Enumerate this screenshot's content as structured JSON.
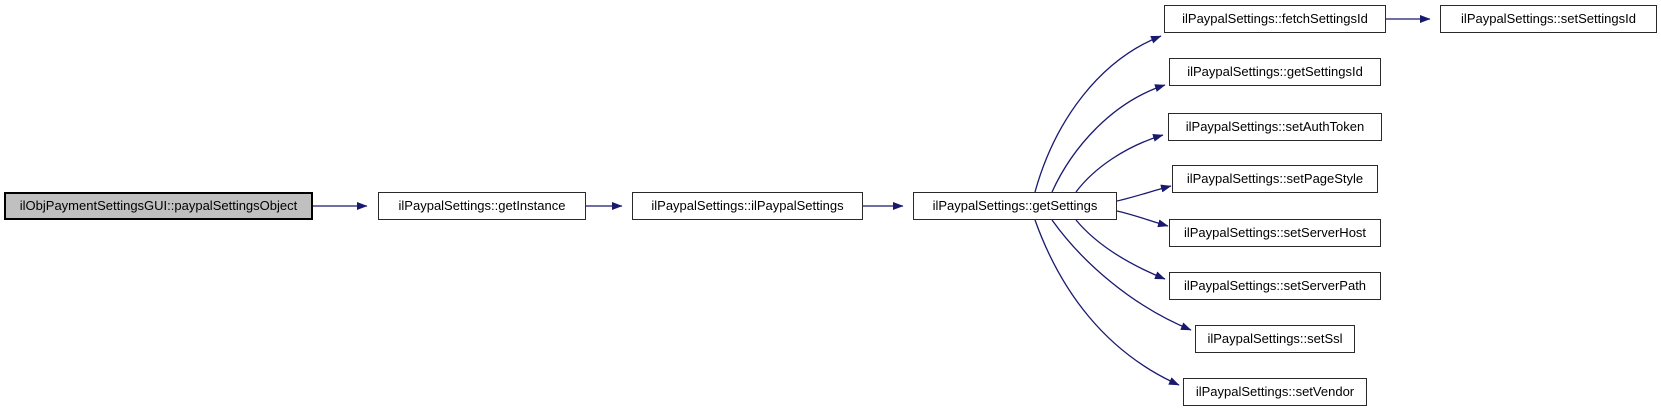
{
  "diagram": {
    "type": "call-graph",
    "colors": {
      "edge": "#191970",
      "node_border": "#2a2a2a",
      "node_fill": "#ffffff",
      "highlight_fill": "#c0c0c0",
      "text": "#000000",
      "background": "#ffffff"
    },
    "nodes": [
      {
        "id": "paypalSettingsObject",
        "label": "ilObjPaymentSettingsGUI::paypalSettingsObject",
        "highlighted": true
      },
      {
        "id": "getInstance",
        "label": "ilPaypalSettings::getInstance",
        "highlighted": false
      },
      {
        "id": "ilPaypalSettings",
        "label": "ilPaypalSettings::ilPaypalSettings",
        "highlighted": false
      },
      {
        "id": "getSettings",
        "label": "ilPaypalSettings::getSettings",
        "highlighted": false
      },
      {
        "id": "fetchSettingsId",
        "label": "ilPaypalSettings::fetchSettingsId",
        "highlighted": false
      },
      {
        "id": "setSettingsId",
        "label": "ilPaypalSettings::setSettingsId",
        "highlighted": false
      },
      {
        "id": "getSettingsId",
        "label": "ilPaypalSettings::getSettingsId",
        "highlighted": false
      },
      {
        "id": "setAuthToken",
        "label": "ilPaypalSettings::setAuthToken",
        "highlighted": false
      },
      {
        "id": "setPageStyle",
        "label": "ilPaypalSettings::setPageStyle",
        "highlighted": false
      },
      {
        "id": "setServerHost",
        "label": "ilPaypalSettings::setServerHost",
        "highlighted": false
      },
      {
        "id": "setServerPath",
        "label": "ilPaypalSettings::setServerPath",
        "highlighted": false
      },
      {
        "id": "setSsl",
        "label": "ilPaypalSettings::setSsl",
        "highlighted": false
      },
      {
        "id": "setVendor",
        "label": "ilPaypalSettings::setVendor",
        "highlighted": false
      }
    ],
    "edges": [
      {
        "from": "paypalSettingsObject",
        "to": "getInstance"
      },
      {
        "from": "getInstance",
        "to": "ilPaypalSettings"
      },
      {
        "from": "ilPaypalSettings",
        "to": "getSettings"
      },
      {
        "from": "getSettings",
        "to": "fetchSettingsId"
      },
      {
        "from": "getSettings",
        "to": "getSettingsId"
      },
      {
        "from": "getSettings",
        "to": "setAuthToken"
      },
      {
        "from": "getSettings",
        "to": "setPageStyle"
      },
      {
        "from": "getSettings",
        "to": "setServerHost"
      },
      {
        "from": "getSettings",
        "to": "setServerPath"
      },
      {
        "from": "getSettings",
        "to": "setSsl"
      },
      {
        "from": "getSettings",
        "to": "setVendor"
      },
      {
        "from": "fetchSettingsId",
        "to": "setSettingsId"
      }
    ]
  }
}
